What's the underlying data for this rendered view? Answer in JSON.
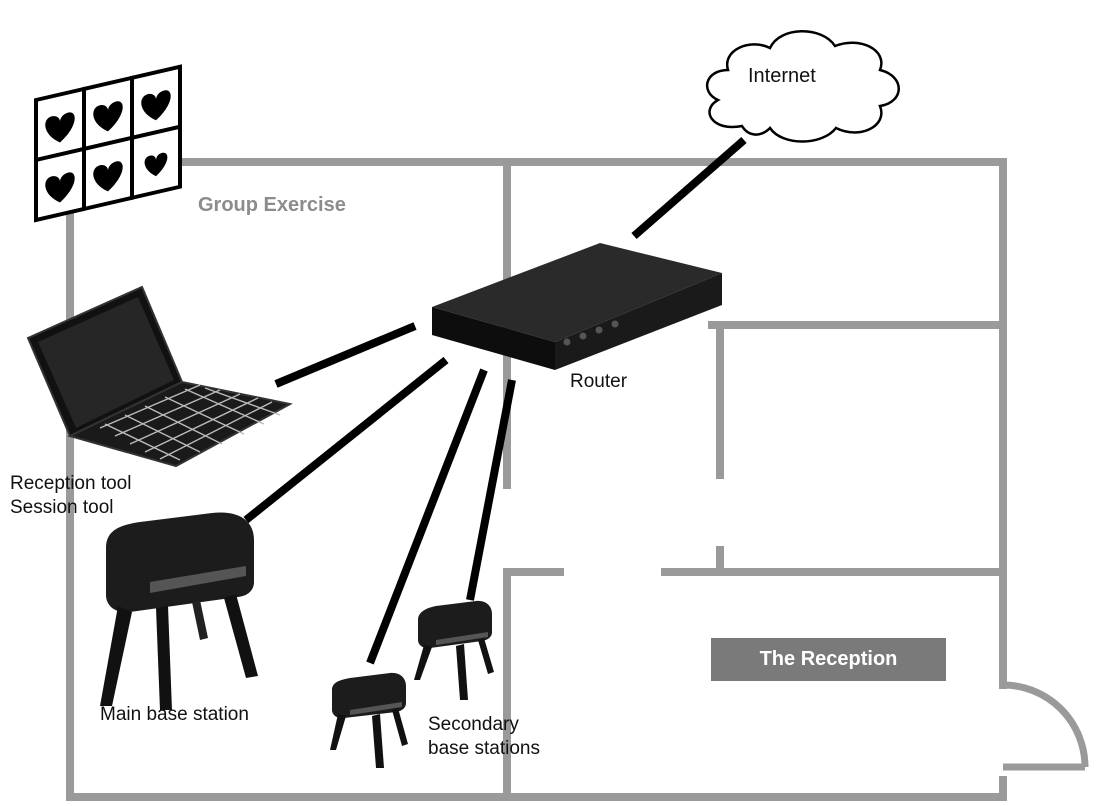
{
  "labels": {
    "internet": "Internet",
    "group_exercise": "Group Exercise",
    "router": "Router",
    "reception_tool": "Reception tool",
    "session_tool": "Session tool",
    "main_base_station": "Main base station",
    "secondary_line1": "Secondary",
    "secondary_line2": "base stations",
    "the_reception": "The Reception"
  },
  "icons": [
    "cloud-icon",
    "heart-rate-display-icon",
    "router-icon",
    "laptop-icon",
    "base-station-icon"
  ],
  "colors": {
    "wall": "#9a9a9a",
    "device": "#1a1a1a",
    "link": "#000000",
    "reception_plate": "#7a7a7a"
  }
}
